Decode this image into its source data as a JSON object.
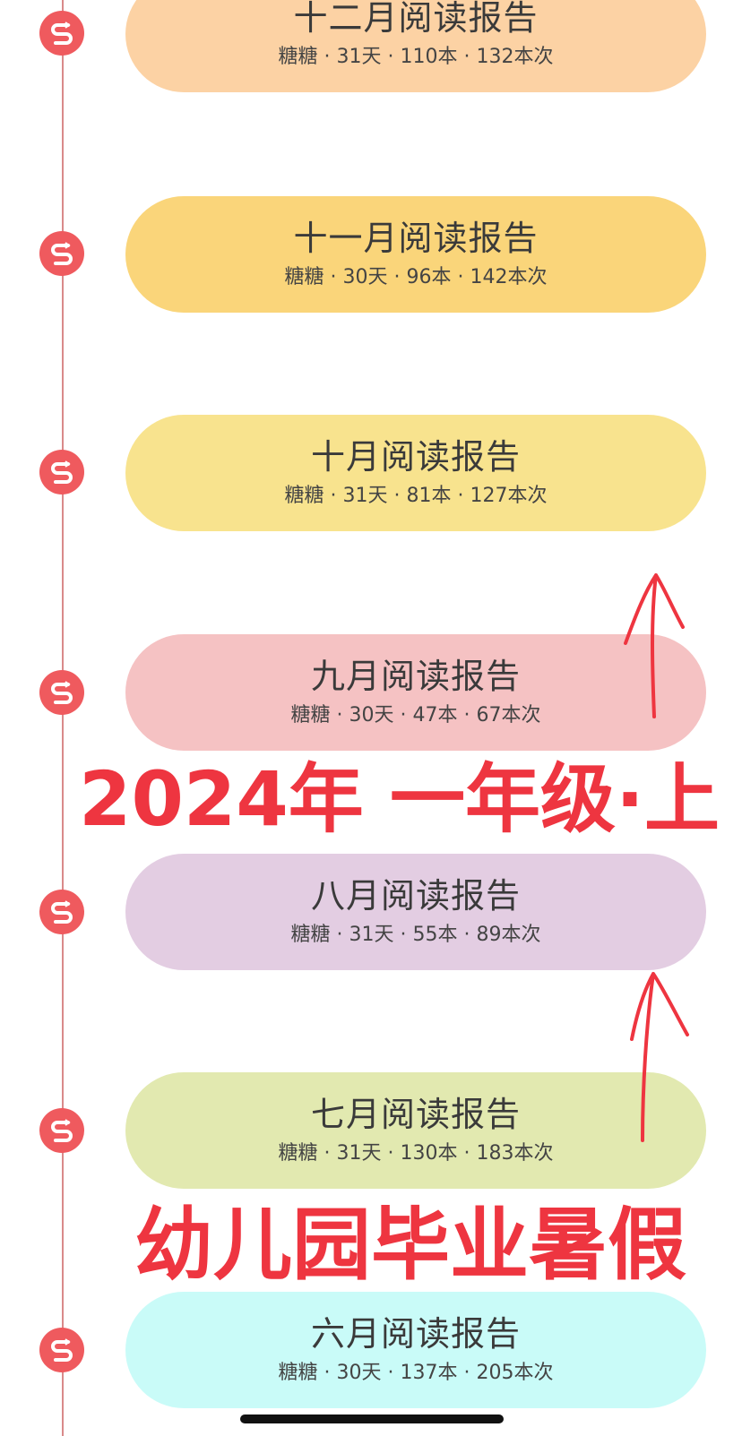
{
  "reports": [
    {
      "title": "十二月阅读报告",
      "meta": "糖糖 · 31天 · 110本 · 132本次",
      "color": "#fcd2a4"
    },
    {
      "title": "十一月阅读报告",
      "meta": "糖糖 · 30天 · 96本 · 142本次",
      "color": "#fad57a"
    },
    {
      "title": "十月阅读报告",
      "meta": "糖糖 · 31天 · 81本 · 127本次",
      "color": "#f8e38e"
    },
    {
      "title": "九月阅读报告",
      "meta": "糖糖 · 30天 · 47本 · 67本次",
      "color": "#f5c2c3"
    },
    {
      "title": "八月阅读报告",
      "meta": "糖糖 · 31天 · 55本 · 89本次",
      "color": "#e3cde2"
    },
    {
      "title": "七月阅读报告",
      "meta": "糖糖 · 31天 · 130本 · 183本次",
      "color": "#e2e9b0"
    },
    {
      "title": "六月阅读报告",
      "meta": "糖糖 · 30天 · 137本 · 205本次",
      "color": "#c9fbf8"
    }
  ],
  "annotations": {
    "grade_label": "2024年 一年级·上",
    "summer_label": "幼儿园毕业暑假"
  },
  "colors": {
    "accent": "#ef5a5e",
    "annotation": "#ee3540",
    "timeline": "#d98a8a"
  },
  "icons": {
    "timeline_node": "s-logo-icon",
    "annotation_arrow": "up-arrow-icon"
  }
}
